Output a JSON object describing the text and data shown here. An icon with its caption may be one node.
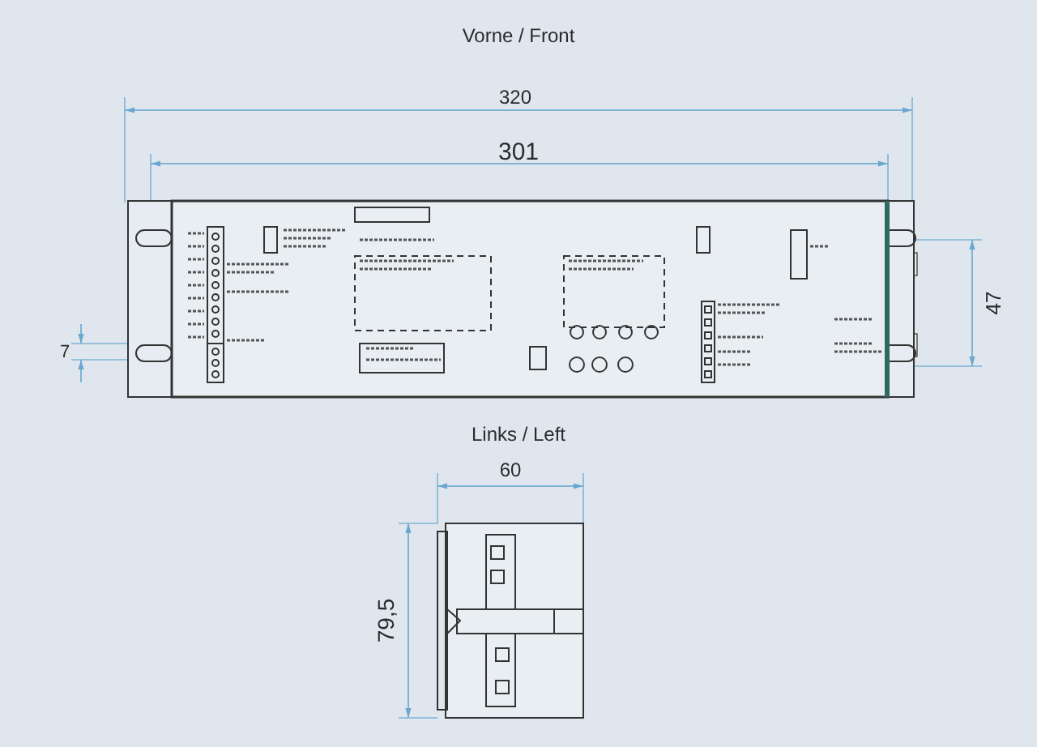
{
  "diagram": {
    "labels": [
      "Vorne / Front",
      "320",
      "301",
      "7",
      "47",
      "Links / Left",
      "60",
      "79,5"
    ]
  }
}
